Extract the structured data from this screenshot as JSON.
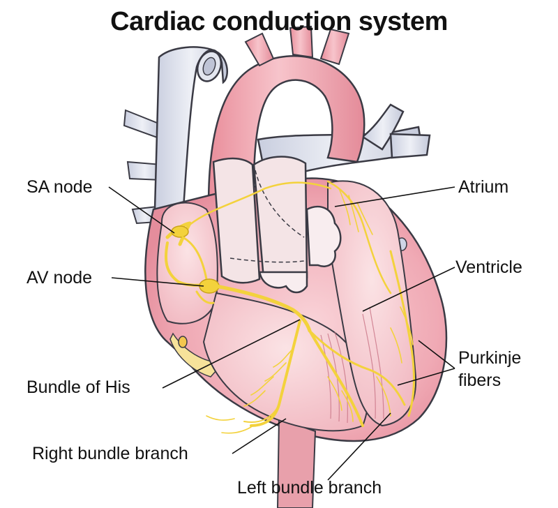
{
  "title": "Cardiac conduction system",
  "labels": {
    "sa_node": "SA node",
    "av_node": "AV node",
    "bundle_of_his": "Bundle of His",
    "right_bundle_branch": "Right bundle branch",
    "left_bundle_branch": "Left bundle branch",
    "atrium": "Atrium",
    "ventricle": "Ventricle",
    "purkinje_line1": "Purkinje",
    "purkinje_line2": "fibers"
  },
  "colors": {
    "vessel_blue": "#d9dce8",
    "vessel_outline": "#3a3a44",
    "heart_pink": "#f2b3bd",
    "heart_deep": "#e48b9a",
    "chamber_inner": "#f7d2d6",
    "valve": "#f5e3e5",
    "conduction_yellow": "#f3d23c",
    "aorta_pink": "#f0a3ae"
  }
}
